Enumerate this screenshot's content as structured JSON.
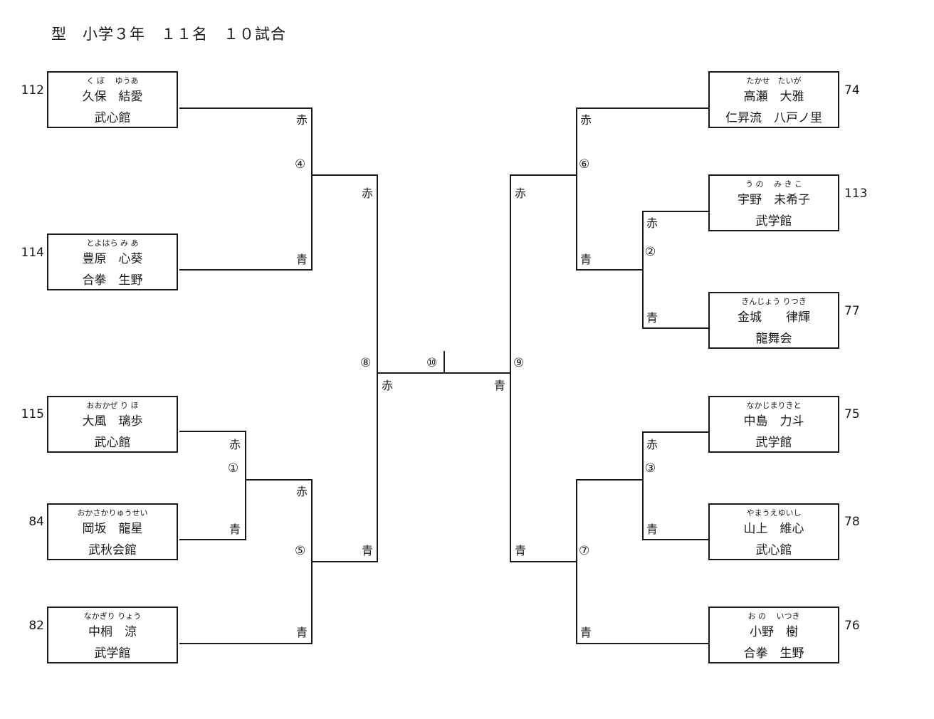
{
  "title": "型　小学３年　１１名　１０試合",
  "corner_labels": {
    "red": "赤",
    "blue": "青"
  },
  "left_entries": [
    {
      "number": "112",
      "ruby": "く ぼ　 ゆうあ",
      "name": "久保　結愛",
      "club": "武心館"
    },
    {
      "number": "114",
      "ruby": "とよはら み あ",
      "name": "豊原　心葵",
      "club": "合拳　生野"
    },
    {
      "number": "115",
      "ruby": "おおかぜ り ほ",
      "name": "大風　璃歩",
      "club": "武心館"
    },
    {
      "number": "84",
      "ruby": "おかさかりゅうせい",
      "name": "岡坂　龍星",
      "club": "武秋会館"
    },
    {
      "number": "82",
      "ruby": "なかぎり りょう",
      "name": "中桐　涼",
      "club": "武学館"
    }
  ],
  "right_entries": [
    {
      "number": "74",
      "ruby": "たかせ　たいが",
      "name": "高瀬　大雅",
      "club": "仁昇流　八戸ノ里"
    },
    {
      "number": "113",
      "ruby": "う の　 み き こ",
      "name": "宇野　未希子",
      "club": "武学館"
    },
    {
      "number": "77",
      "ruby": "きんじょう りつき",
      "name": "金城　　律輝",
      "club": "龍舞会"
    },
    {
      "number": "75",
      "ruby": "なかじまりきと",
      "name": "中島　力斗",
      "club": "武学館"
    },
    {
      "number": "78",
      "ruby": "やまうえゆいし",
      "name": "山上　維心",
      "club": "武心館"
    },
    {
      "number": "76",
      "ruby": "お の　 いつき",
      "name": "小野　樹",
      "club": "合拳　生野"
    }
  ],
  "matches": {
    "m1": "①",
    "m2": "②",
    "m3": "③",
    "m4": "④",
    "m5": "⑤",
    "m6": "⑥",
    "m7": "⑦",
    "m8": "⑧",
    "m9": "⑨",
    "m10": "⑩"
  }
}
